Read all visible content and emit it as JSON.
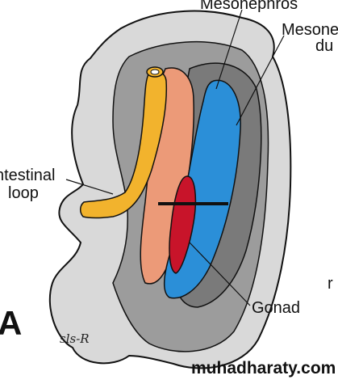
{
  "labels": {
    "mesonephros": "Mesonephros",
    "mesonephric_duct_line1": "Mesone",
    "mesonephric_duct_line2": "du",
    "intestinal_line1": "ntestinal",
    "intestinal_line2": "loop",
    "gonad": "Gonad",
    "edge_fragment": "r"
  },
  "panel_letter": "A",
  "signature": "sls-R",
  "watermark": "muhadharaty.com",
  "colors": {
    "outline": "#111111",
    "body_gray": "#d9d9d9",
    "cavity_gray": "#9c9c9c",
    "ridge_dark": "#7a7a7a",
    "intestine_yellow": "#f2b32d",
    "mesentery_salmon": "#ec9a78",
    "mesonephric_blue": "#2b8fd8",
    "gonad_red": "#c8142a"
  }
}
